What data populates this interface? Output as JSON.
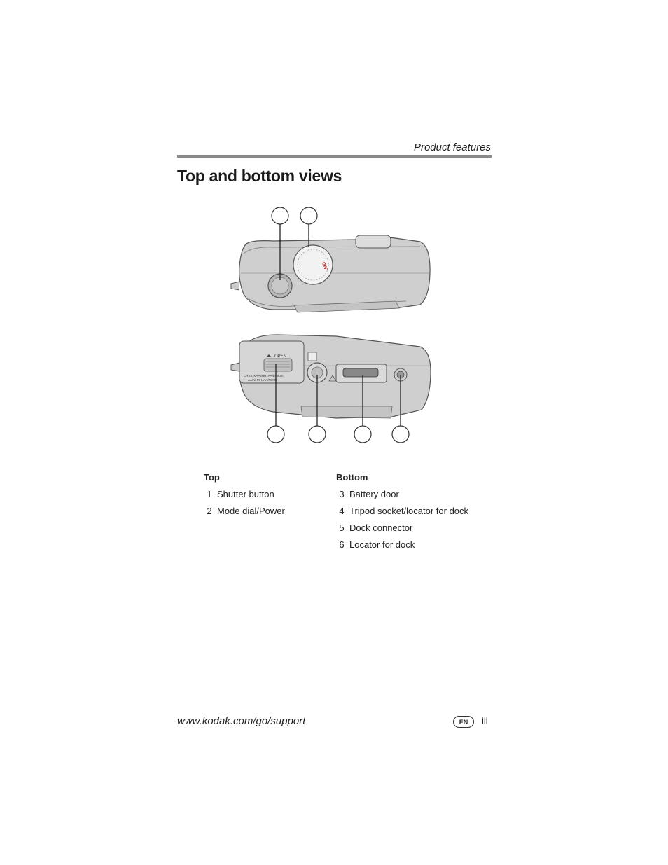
{
  "header": {
    "section": "Product features"
  },
  "title": "Top and bottom views",
  "figure": {
    "battery_door_text": "OPEN",
    "battery_types_line1": "CRV3, KAA2HR, AA/Lithium,",
    "battery_types_line2": "AA/Ni-MH, AA/Ni-Mn",
    "dial_off_text": "OFF"
  },
  "legend": {
    "top": {
      "heading": "Top",
      "items": [
        {
          "num": "1",
          "label": "Shutter button"
        },
        {
          "num": "2",
          "label": "Mode dial/Power"
        }
      ]
    },
    "bottom": {
      "heading": "Bottom",
      "items": [
        {
          "num": "3",
          "label": "Battery door"
        },
        {
          "num": "4",
          "label": "Tripod socket/locator for dock"
        },
        {
          "num": "5",
          "label": "Dock connector"
        },
        {
          "num": "6",
          "label": "Locator for dock"
        }
      ]
    }
  },
  "footer": {
    "url": "www.kodak.com/go/support",
    "lang_badge": "EN",
    "page_number": "iii"
  }
}
